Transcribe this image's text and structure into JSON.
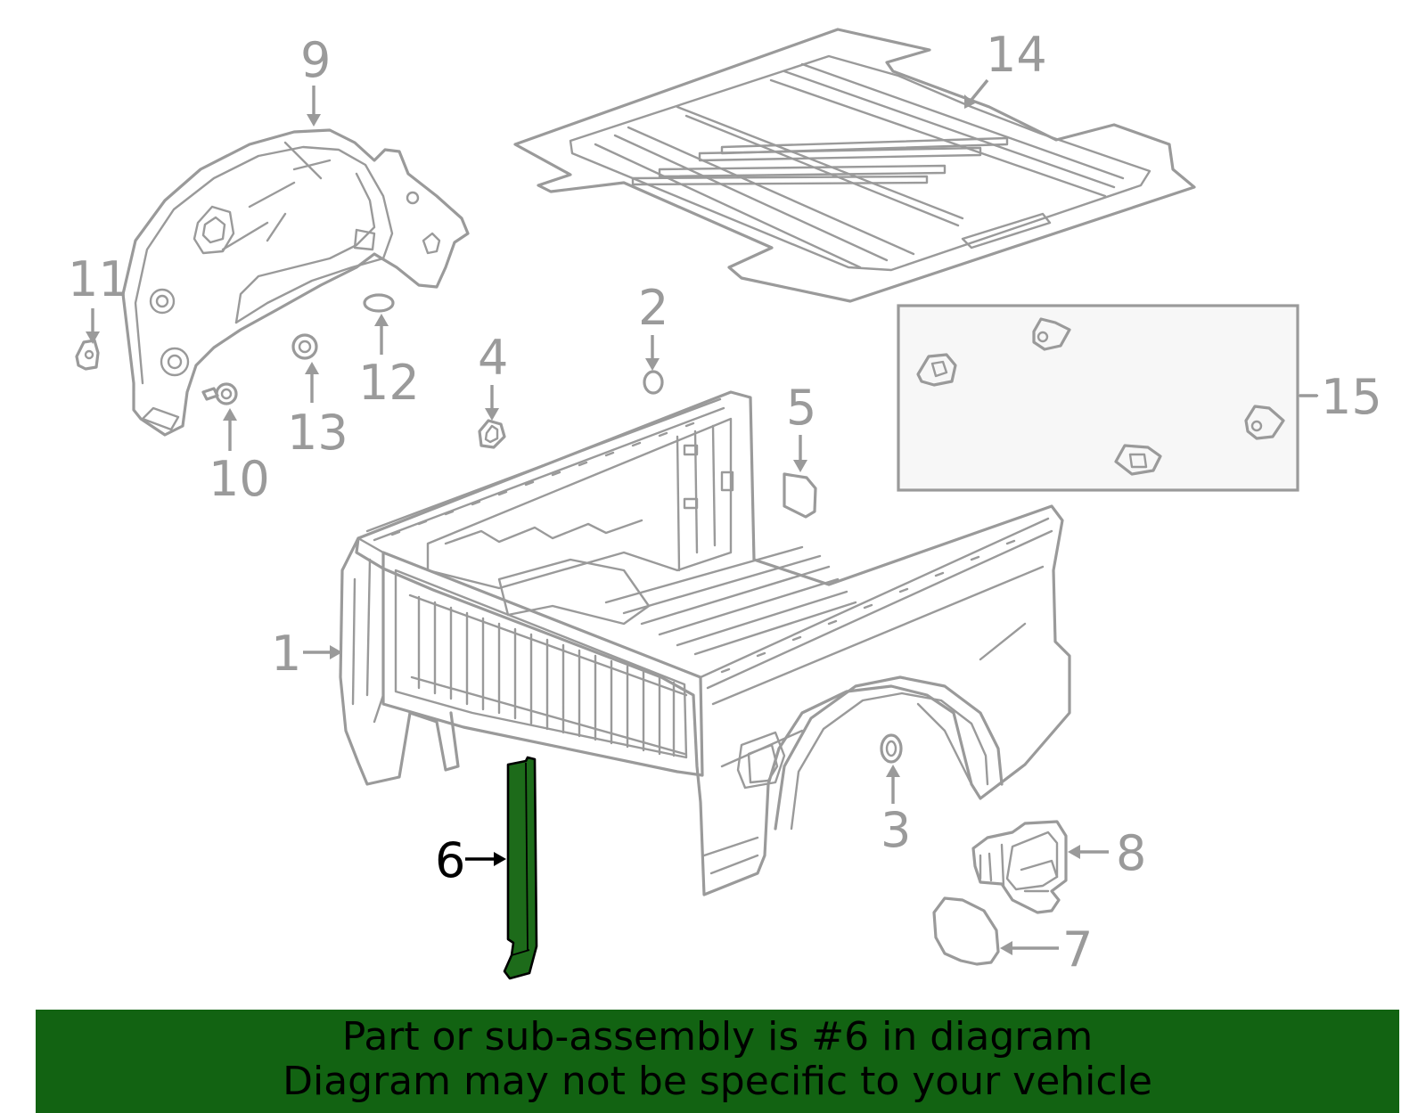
{
  "callouts": {
    "c1": "1",
    "c2": "2",
    "c3": "3",
    "c4": "4",
    "c5": "5",
    "c6": "6",
    "c7": "7",
    "c8": "8",
    "c9": "9",
    "c10": "10",
    "c11": "11",
    "c12": "12",
    "c13": "13",
    "c14": "14",
    "c15": "15"
  },
  "highlighted_part": "6",
  "colors": {
    "line": "#9a9a9a",
    "highlight": "#1d6b1a",
    "banner": "#126312"
  },
  "banner": {
    "line1": "Part or sub-assembly is #6 in diagram",
    "line2": "Diagram may not be specific to your vehicle"
  }
}
